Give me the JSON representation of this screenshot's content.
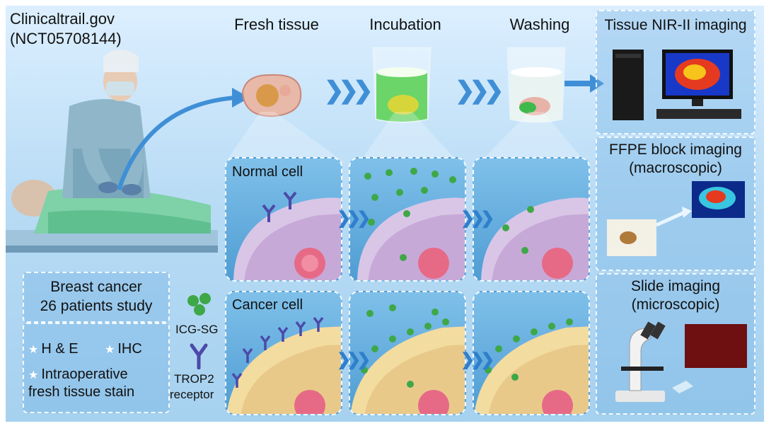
{
  "trial": {
    "registry": "Clinicaltrail.gov",
    "id": "(NCT05708144)"
  },
  "steps": {
    "fresh_tissue": "Fresh tissue",
    "incubation": "Incubation",
    "washing": "Washing"
  },
  "imaging": {
    "tissue": "Tissue NIR-II imaging",
    "ffpe_line1": "FFPE block imaging",
    "ffpe_line2": "(macroscopic)",
    "slide_line1": "Slide imaging",
    "slide_line2": "(microscopic)"
  },
  "cells": {
    "normal": "Normal cell",
    "cancer": "Cancer cell"
  },
  "study": {
    "line1": "Breast cancer",
    "line2": "26 patients study"
  },
  "stains": {
    "he": "H & E",
    "ihc": "IHC",
    "intra_line1": "Intraoperative",
    "intra_line2": "fresh tissue stain"
  },
  "legend": {
    "probe": "ICG-SG",
    "receptor_line1": "TROP2",
    "receptor_line2": "receptor"
  },
  "colors": {
    "probe_green": "#3ea848",
    "receptor_purple": "#4b4aa8",
    "arrow_blue": "#3f8fd6"
  }
}
